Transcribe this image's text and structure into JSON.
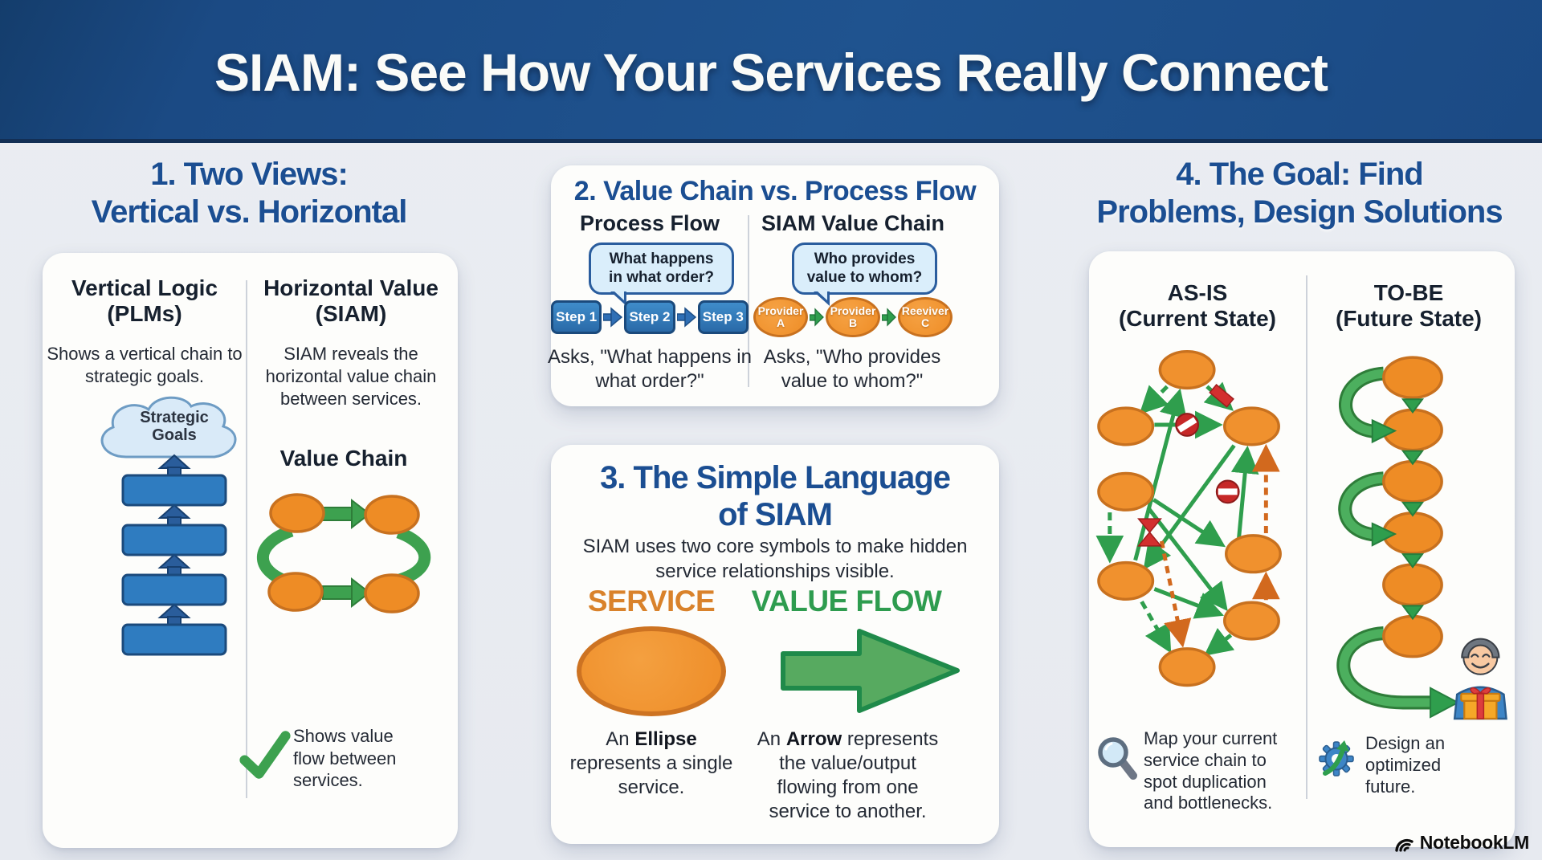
{
  "palette": {
    "banner_blue": "#1f538f",
    "heading_blue": "#1b4e92",
    "background": "#e8ebf0",
    "card_bg": "#fdfdfb",
    "orange_fill": "#ee8c25",
    "orange_border": "#c8711f",
    "green": "#2f9e4d",
    "green_dark": "#1f8a4a",
    "step_blue": "#2f7cc0",
    "step_blue_border": "#1b4a7c",
    "bubble_bg": "#daeefb",
    "bubble_border": "#2a5d9e",
    "cloud_bg": "#d9eaf8",
    "red": "#d32f2f",
    "text_dark": "#16202e"
  },
  "banner": {
    "title": "SIAM: See How Your Services Really Connect"
  },
  "panel1": {
    "heading_line1": "1. Two Views:",
    "heading_line2": "Vertical vs. Horizontal",
    "left_title_line1": "Vertical Logic",
    "left_title_line2": "(PLMs)",
    "left_description": "Shows a vertical chain to strategic goals.",
    "cloud_line1": "Strategic",
    "cloud_line2": "Goals",
    "right_title_line1": "Horizontal Value",
    "right_title_line2": "(SIAM)",
    "right_description": "SIAM reveals the horizontal value chain between services.",
    "value_chain_title": "Value Chain",
    "check_caption": "Shows value flow between services."
  },
  "panel2": {
    "heading": "2. Value Chain vs. Process Flow",
    "left_title": "Process Flow",
    "left_bubble_line1": "What happens",
    "left_bubble_line2": "in what order?",
    "steps": [
      "Step 1",
      "Step 2",
      "Step 3"
    ],
    "left_caption": "Asks, \"What happens in what order?\"",
    "right_title": "SIAM Value Chain",
    "right_bubble_line1": "Who provides",
    "right_bubble_line2": "value to whom?",
    "providers": [
      {
        "line1": "Provider",
        "line2": "A"
      },
      {
        "line1": "Provider",
        "line2": "B"
      },
      {
        "line1": "Reeviver",
        "line2": "C"
      }
    ],
    "right_caption": "Asks, \"Who provides value to whom?\""
  },
  "panel3": {
    "heading_line1": "3. The Simple Language",
    "heading_line2": "of SIAM",
    "subtext": "SIAM uses two core symbols to make hidden service relationships visible.",
    "service_label": "SERVICE",
    "value_flow_label": "VALUE FLOW",
    "service_color": "#d9822b",
    "value_flow_color": "#2e9c4f",
    "ellipse_caption_prefix": "An ",
    "ellipse_caption_bold": "Ellipse",
    "ellipse_caption_rest": " represents a single service.",
    "arrow_caption_prefix": "An ",
    "arrow_caption_bold": "Arrow",
    "arrow_caption_rest": " represents the value/output flowing from one service to another."
  },
  "panel4": {
    "heading_line1": "4. The Goal: Find",
    "heading_line2": "Problems, Design Solutions",
    "asis_title_line1": "AS-IS",
    "asis_title_line2": "(Current State)",
    "tobe_title_line1": "TO-BE",
    "tobe_title_line2": "(Future State)",
    "asis_caption": "Map your current service chain to spot duplication and bottlenecks.",
    "tobe_caption": "Design an optimized future."
  },
  "footer": {
    "brand": "NotebookLM"
  },
  "icons": {
    "checkmark": "green-check",
    "magnifier": "search-lens",
    "gear_arrow": "gear-with-growth-arrow",
    "customer_gift": "happy-customer-holding-gift",
    "cloud": "strategic-goals-cloud",
    "no_entry": "red-no-entry-sign",
    "minus_block": "red-minus-sign",
    "bottleneck": "red-bottleneck-bowtie",
    "notebooklm_logo": "notebooklm-arc-logo"
  }
}
